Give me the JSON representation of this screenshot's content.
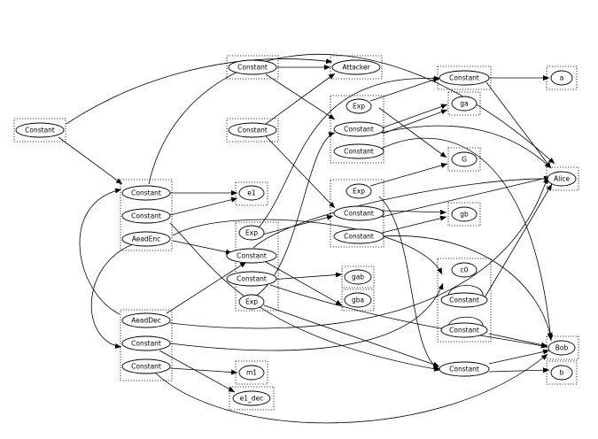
{
  "labels": {
    "constant": "Constant",
    "exp": "Exp",
    "aeadenc": "AeadEnc",
    "aeaddec": "AeadDec",
    "attacker": "Attacker",
    "alice": "Alice",
    "bob": "Bob",
    "a": "a",
    "b": "b",
    "ga": "ga",
    "gb": "gb",
    "G": "G",
    "gab": "gab",
    "gba": "gba",
    "c0": "c0",
    "e1": "e1",
    "m1": "m1",
    "e1_dec": "e1_dec"
  }
}
